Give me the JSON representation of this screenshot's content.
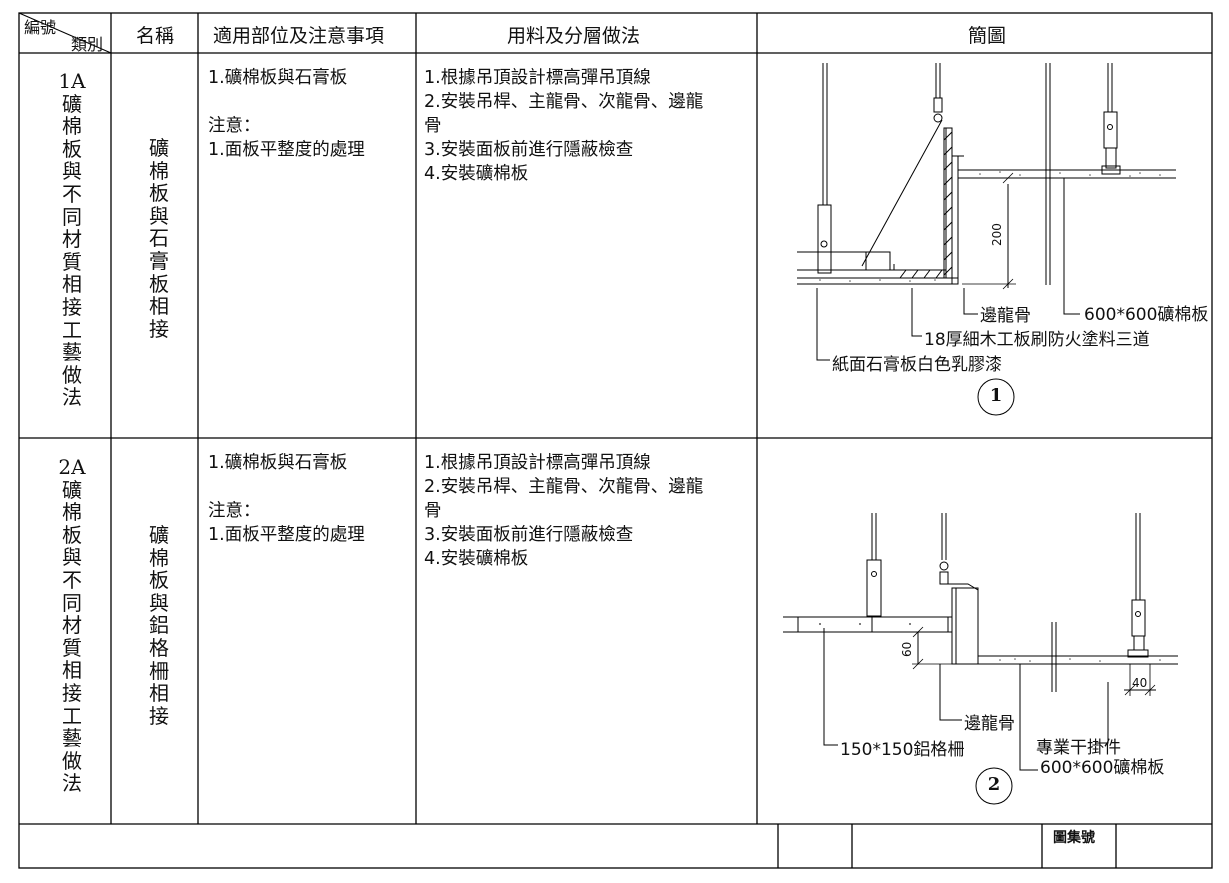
{
  "header": {
    "number_label": "編號",
    "category_label": "類別",
    "name": "名稱",
    "location_notes": "適用部位及注意事項",
    "materials": "用料及分層做法",
    "diagram": "簡圖"
  },
  "rows": [
    {
      "code": "1A",
      "category_chars": [
        "礦",
        "棉",
        "板",
        "與",
        "不",
        "同",
        "材",
        "質",
        "相",
        "接",
        "工",
        "藝",
        "做",
        "法"
      ],
      "name_chars": [
        "礦",
        "棉",
        "板",
        "與",
        "石",
        "膏",
        "板",
        "相",
        "接"
      ],
      "notes": [
        "1.礦棉板與石膏板",
        "",
        "注意：",
        "1.面板平整度的處理"
      ],
      "materials": [
        "1.根據吊頂設計標高彈吊頂線",
        "2.安裝吊桿、主龍骨、次龍骨、邊龍",
        "骨",
        "3.安裝面板前進行隱蔽檢查",
        "4.安裝礦棉板"
      ],
      "diagram": {
        "number": "1",
        "dimension": "200",
        "labels": [
          "邊龍骨",
          "600*600礦棉板",
          "18厚細木工板刷防火塗料三道",
          "紙面石膏板白色乳膠漆"
        ]
      }
    },
    {
      "code": "2A",
      "category_chars": [
        "礦",
        "棉",
        "板",
        "與",
        "不",
        "同",
        "材",
        "質",
        "相",
        "接",
        "工",
        "藝",
        "做",
        "法"
      ],
      "name_chars": [
        "礦",
        "棉",
        "板",
        "與",
        "鋁",
        "格",
        "柵",
        "相",
        "接"
      ],
      "notes": [
        "1.礦棉板與石膏板",
        "",
        "注意：",
        "1.面板平整度的處理"
      ],
      "materials": [
        "1.根據吊頂設計標高彈吊頂線",
        "2.安裝吊桿、主龍骨、次龍骨、邊龍",
        "骨",
        "3.安裝面板前進行隱蔽檢查",
        "4.安裝礦棉板"
      ],
      "diagram": {
        "number": "2",
        "dimension_a": "60",
        "dimension_b": "40",
        "labels": [
          "邊龍骨",
          "專業干掛件",
          "150*150鋁格柵",
          "600*600礦棉板"
        ]
      }
    }
  ],
  "footer": {
    "drawing_set_no": "圖集號"
  }
}
